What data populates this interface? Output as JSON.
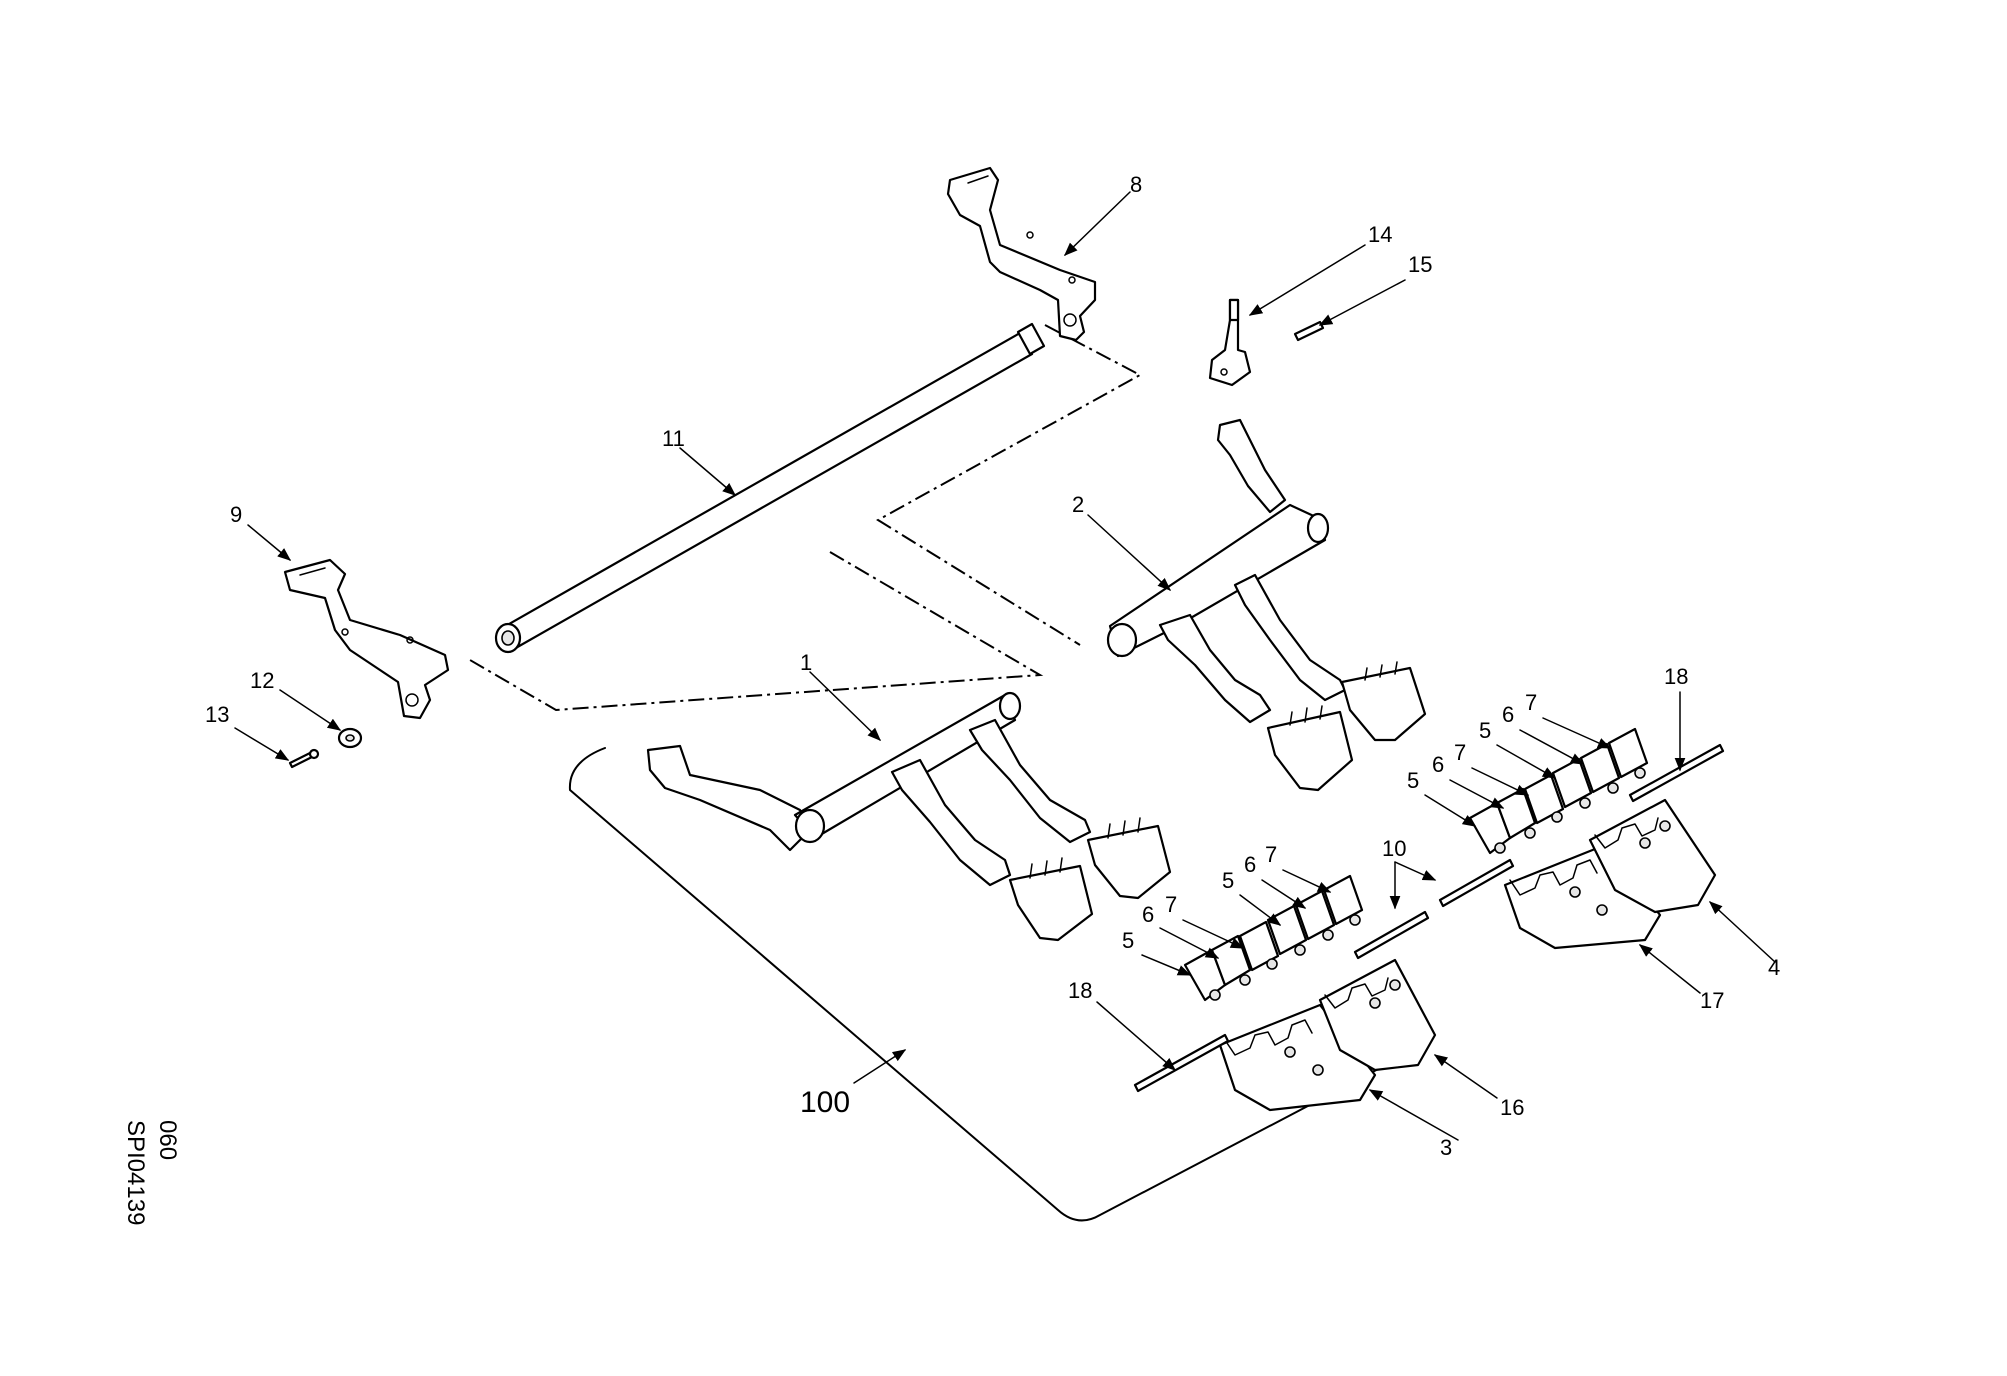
{
  "diagram": {
    "labels": [
      "1",
      "2",
      "3",
      "4",
      "5",
      "6",
      "7",
      "8",
      "9",
      "10",
      "11",
      "12",
      "13",
      "14",
      "15",
      "16",
      "17",
      "18",
      "100"
    ],
    "callouts": {
      "p1": "1",
      "p2": "2",
      "p3": "3",
      "p4": "4",
      "p5a": "5",
      "p6a": "6",
      "p7a": "7",
      "p5b": "5",
      "p6b": "6",
      "p7b": "7",
      "p5c": "5",
      "p6c": "6",
      "p7c": "7",
      "p5d": "5",
      "p6d": "6",
      "p7d": "7",
      "p8": "8",
      "p9": "9",
      "p10": "10",
      "p11": "11",
      "p12": "12",
      "p13": "13",
      "p14": "14",
      "p15": "15",
      "p16": "16",
      "p17": "17",
      "p18a": "18",
      "p18b": "18",
      "p100": "100"
    },
    "drawing_code": "SPI04139",
    "drawing_sheet": "060"
  }
}
